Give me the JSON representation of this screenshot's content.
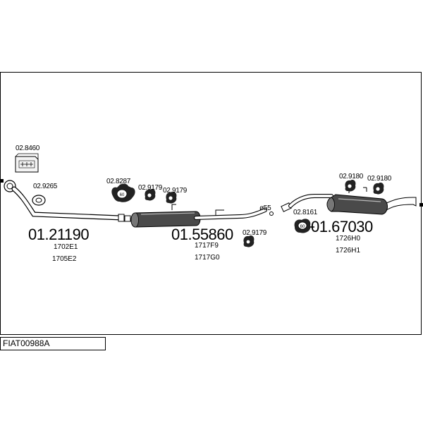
{
  "diagram_code": "FIAT00988A",
  "parts": {
    "main": [
      "01.21190",
      "01.55860",
      "01.67030"
    ],
    "clip_02_8460": "02.8460",
    "clip_02_9265": "02.9265",
    "clip_02_8287": "02.8287",
    "clip_02_9179_a": "02.9179",
    "clip_02_9179_b": "02.9179",
    "clip_02_9179_c": "02.9179",
    "clip_02_9180_a": "02.9180",
    "clip_02_9180_b": "02.9180",
    "clip_02_8161": "02.8161"
  },
  "refs": {
    "front": [
      "1702E1",
      "1705E2"
    ],
    "middle": [
      "1717F9",
      "1717G0"
    ],
    "rear": [
      "1726H0",
      "1726H1"
    ]
  },
  "diameter_label": "ø55",
  "icons": [
    "mounting-kit-icon",
    "gasket-icon",
    "clamp-icon",
    "rubber-hanger-icon",
    "silencer-icon",
    "pipe-icon"
  ]
}
